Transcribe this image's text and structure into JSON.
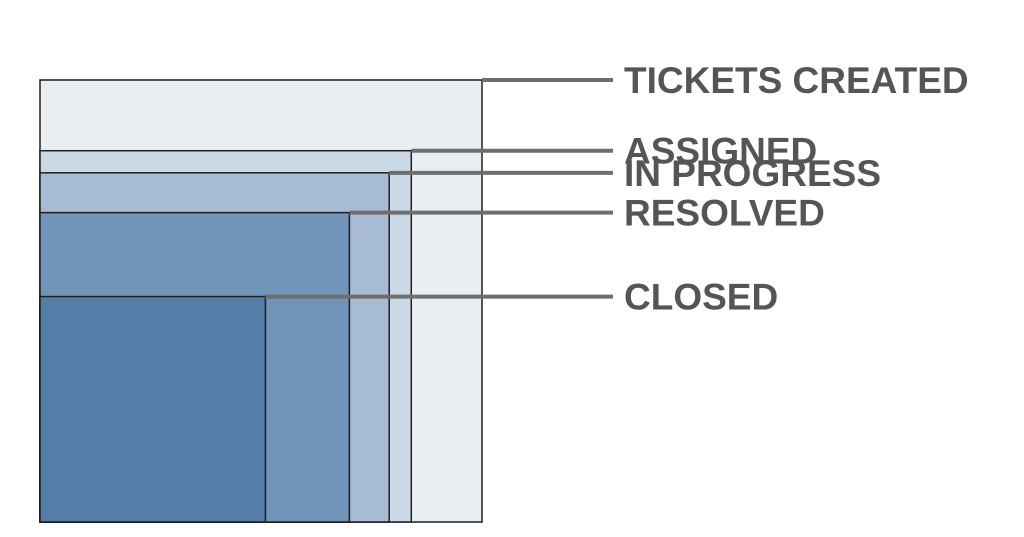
{
  "chart_data": {
    "type": "nested-square",
    "title": "",
    "stages": [
      {
        "label": "TICKETS CREATED",
        "value": 100,
        "color": "#e9eef3"
      },
      {
        "label": "ASSIGNED",
        "value": 84,
        "color": "#cbd9e6"
      },
      {
        "label": "IN PROGRESS",
        "value": 79,
        "color": "#a7bcd4"
      },
      {
        "label": "RESOLVED",
        "value": 70,
        "color": "#7194b9"
      },
      {
        "label": "CLOSED",
        "value": 51,
        "color": "#547ea8"
      }
    ]
  }
}
